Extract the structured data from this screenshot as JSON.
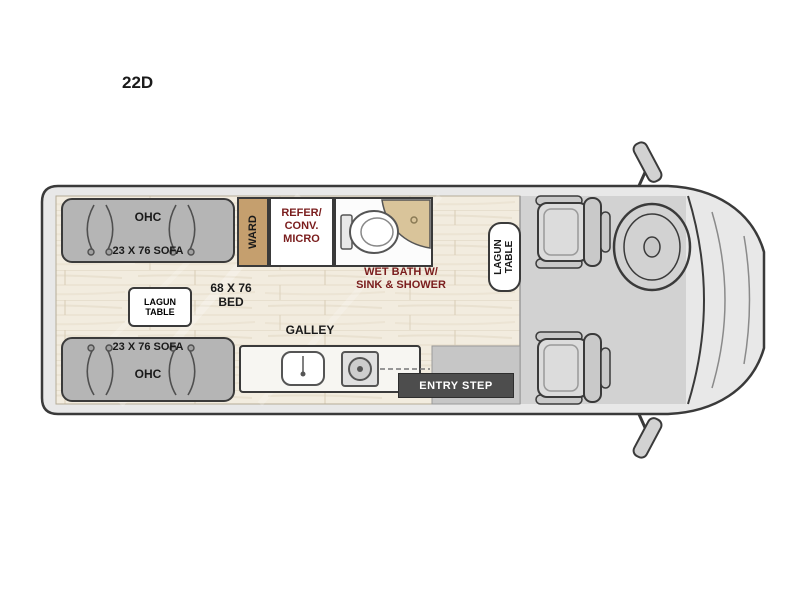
{
  "page": {
    "title": "22D"
  },
  "floorplan": {
    "sofa_top": {
      "ohc": "OHC",
      "size": "23 X 76 SOFA"
    },
    "wardrobe": "WARD",
    "refer": {
      "line1": "REFER/",
      "line2": "CONV.",
      "line3": "MICRO"
    },
    "wet_bath": {
      "line1": "WET BATH W/",
      "line2": "SINK & SHOWER"
    },
    "lagun_front": {
      "line1": "LAGUN",
      "line2": "TABLE"
    },
    "bed": {
      "line1": "68 X 76",
      "line2": "BED"
    },
    "lagun_mid": {
      "line1": "LAGUN",
      "line2": "TABLE"
    },
    "sofa_bottom": {
      "size": "23 X 76 SOFA",
      "ohc": "OHC"
    },
    "galley": "GALLEY",
    "entry_step": "ENTRY STEP"
  },
  "colors": {
    "label_accent": "#7a1d1d",
    "outline": "#3a3a3a",
    "van_body": "#e8e8e8",
    "cab_floor": "#d2d2d2",
    "furniture_gray": "#b5b5b5",
    "wardrobe_tan": "#c59f6e",
    "shower_tan": "#d9c49a",
    "floor_wood": "#f2ecdf",
    "entry_step_bg": "#4d4d4d"
  }
}
